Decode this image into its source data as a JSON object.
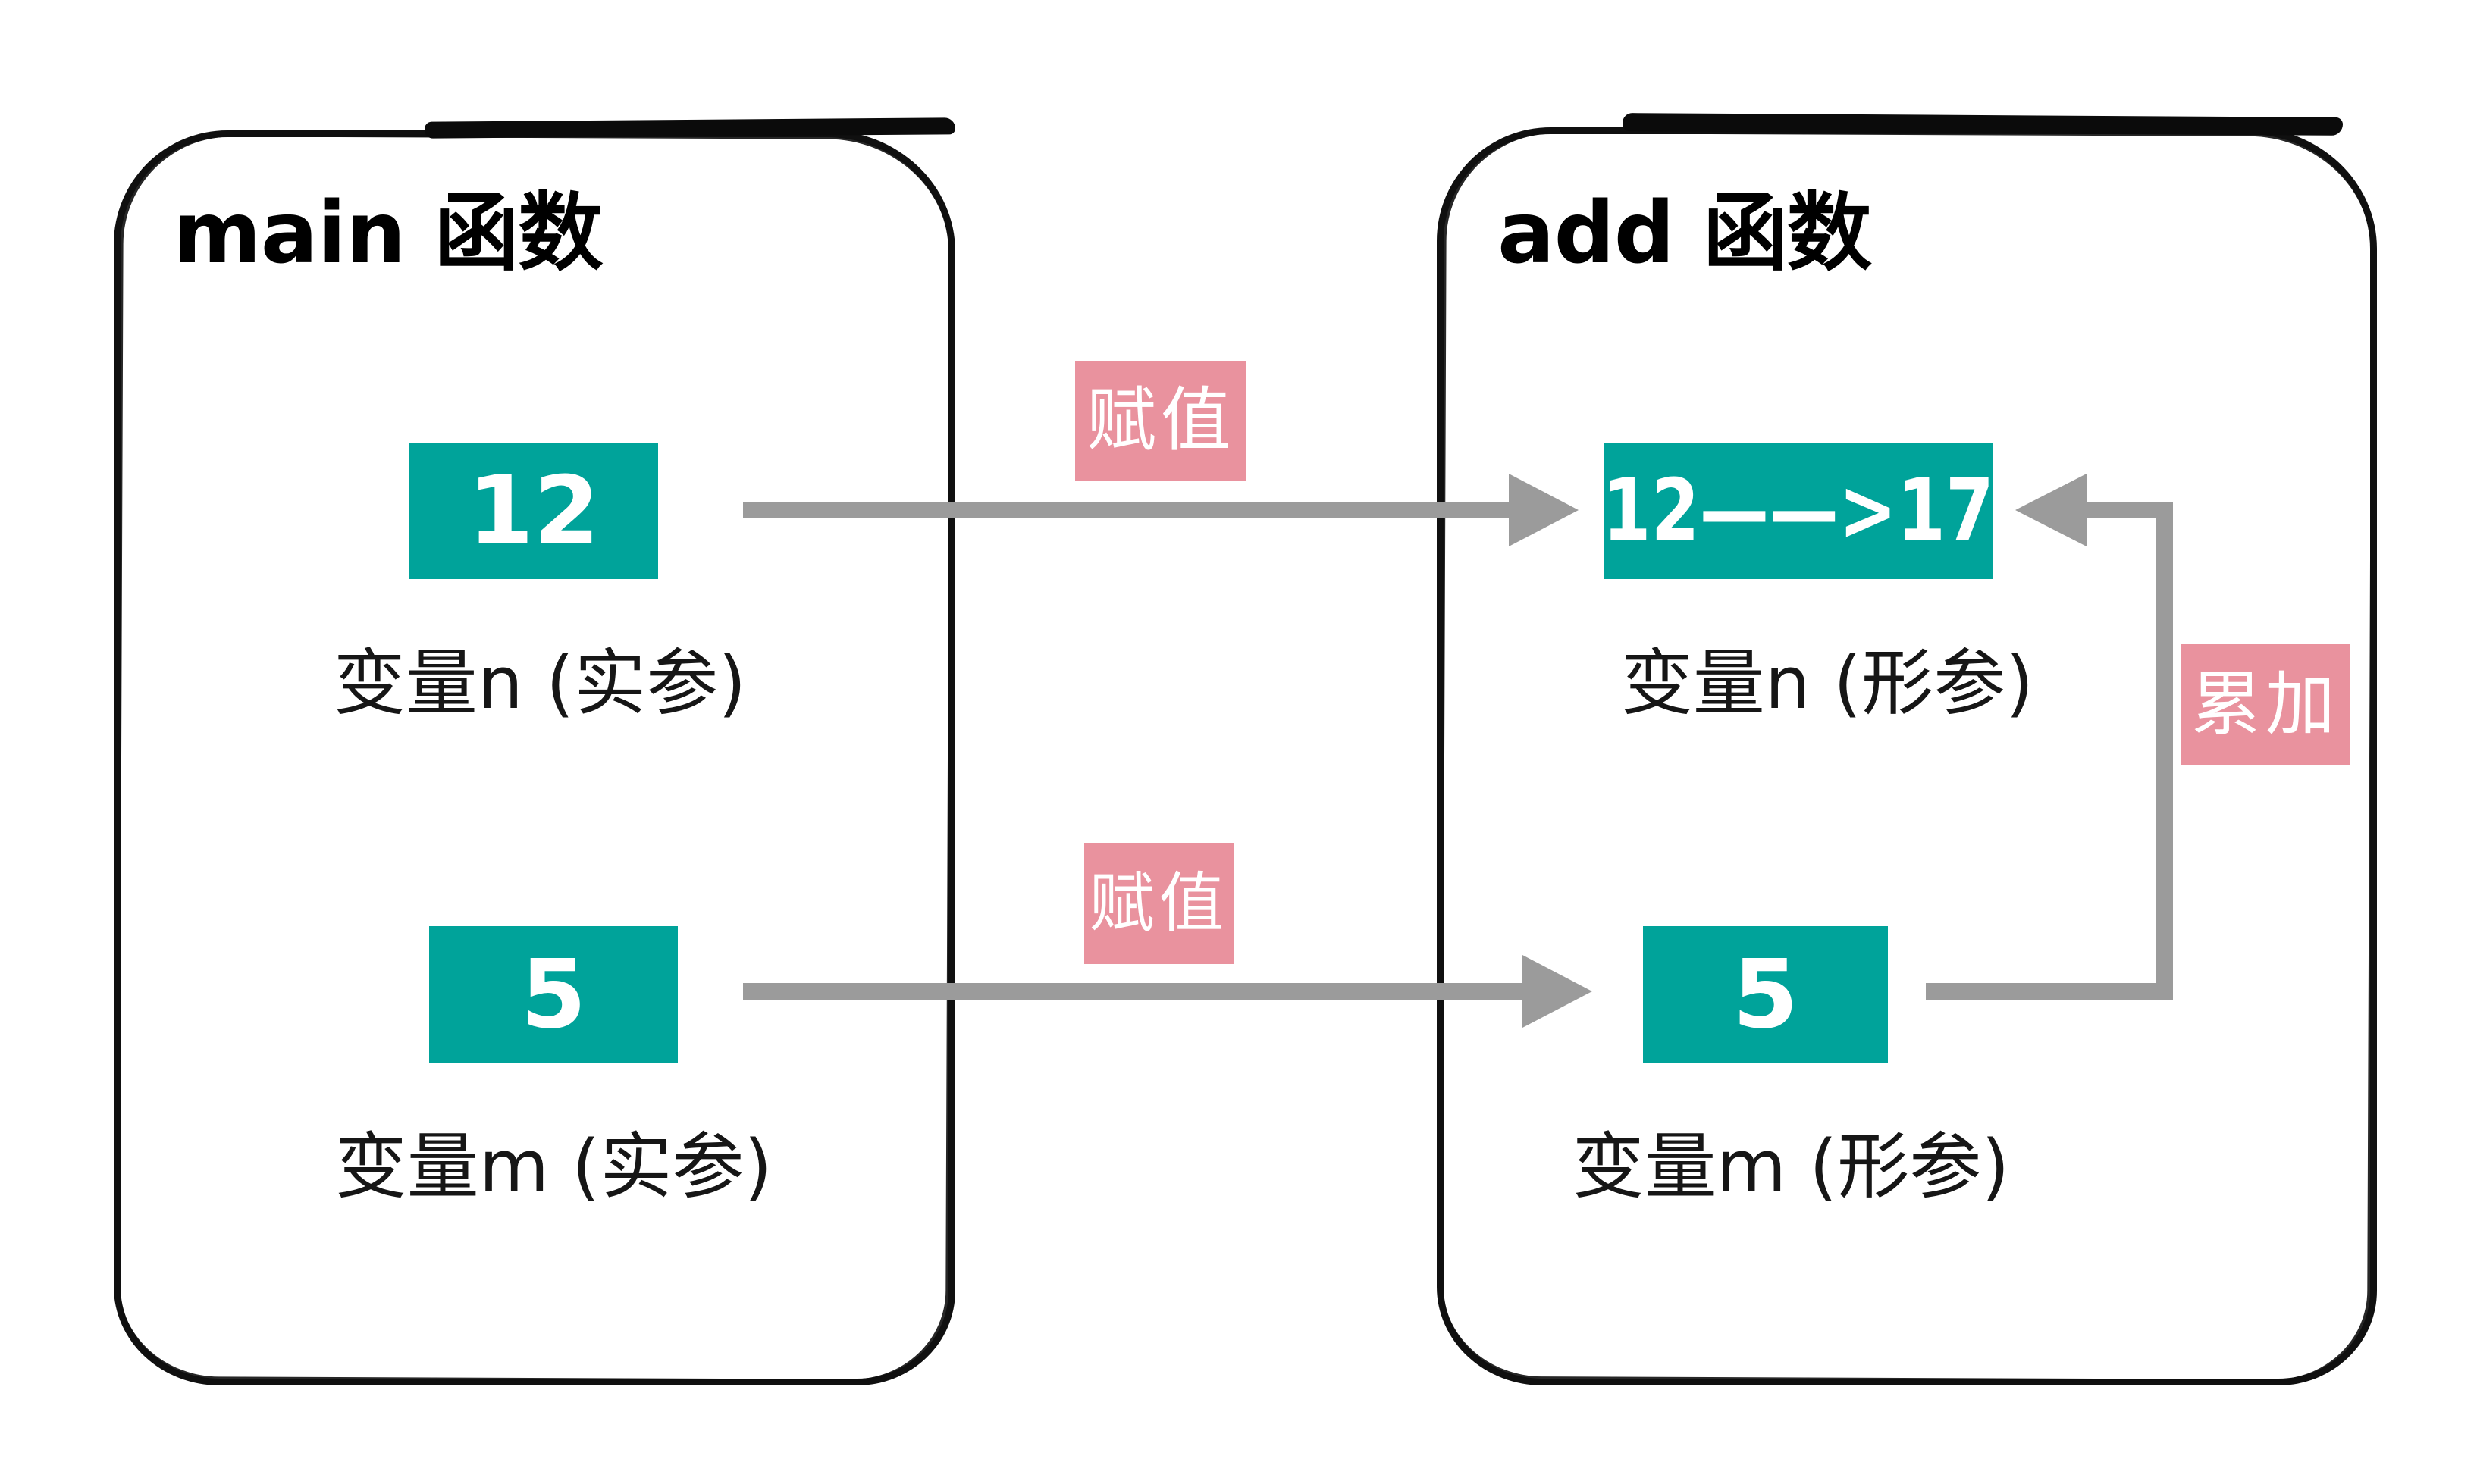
{
  "colors": {
    "teal": "#00A39A",
    "pink": "#E9929E",
    "arrow_gray": "#9B9B9B",
    "ink": "#101010"
  },
  "main_frame": {
    "title": "main 函数",
    "n": {
      "value": "12",
      "label": "变量n (实参)"
    },
    "m": {
      "value": "5",
      "label": "变量m (实参)"
    }
  },
  "add_frame": {
    "title": "add 函数",
    "n": {
      "value": "12——>17",
      "label": "变量n (形参)"
    },
    "m": {
      "value": "5",
      "label": "变量m (形参)"
    }
  },
  "arrow_labels": {
    "assign_top": "赋值",
    "assign_bottom": "赋值",
    "accumulate": "累加"
  }
}
